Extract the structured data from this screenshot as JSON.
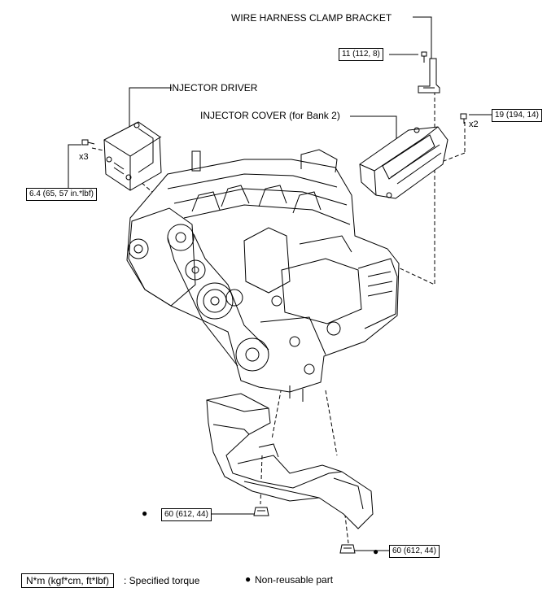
{
  "labels": {
    "bracket": "WIRE HARNESS CLAMP BRACKET",
    "driver": "INJECTOR DRIVER",
    "cover": "INJECTOR COVER (for Bank 2)"
  },
  "torques": {
    "bracket_bolt": "11 (112, 8)",
    "cover_bolt": "19 (194, 14)",
    "driver_bolt": "6.4 (65, 57 in.*lbf)",
    "mount_left": "60 (612, 44)",
    "mount_right": "60 (612, 44)"
  },
  "quantities": {
    "cover": "x2",
    "driver": "x3"
  },
  "legend": {
    "torque_box": "N*m (kgf*cm, ft*lbf)",
    "torque_text": ": Specified torque",
    "non_reusable_symbol": "●",
    "non_reusable_text": "Non-reusable part"
  }
}
